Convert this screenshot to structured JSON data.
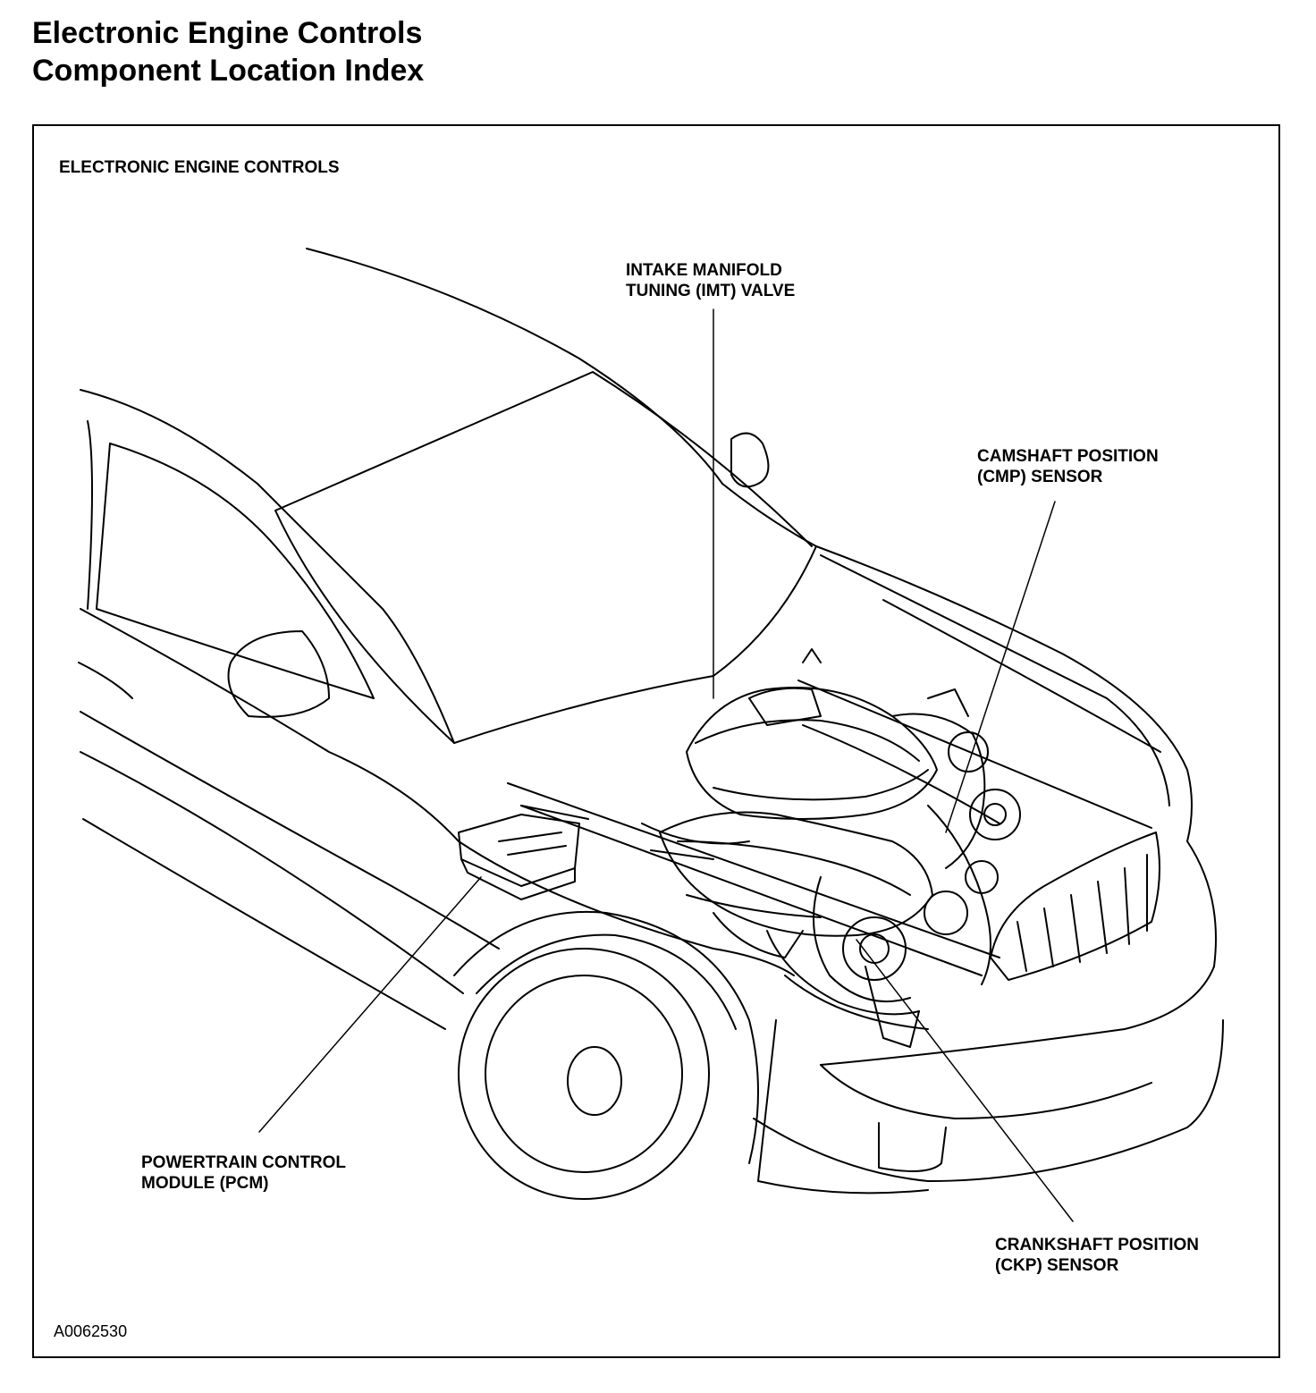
{
  "header": {
    "title_line1": "Electronic Engine Controls",
    "title_line2": "Component Location Index"
  },
  "figure": {
    "heading": "ELECTRONIC ENGINE CONTROLS",
    "figure_id": "A0062530",
    "callouts": {
      "imt_valve": {
        "line1": "INTAKE MANIFOLD",
        "line2": "TUNING (IMT) VALVE"
      },
      "cmp_sensor": {
        "line1": "CAMSHAFT POSITION",
        "line2": "(CMP) SENSOR"
      },
      "pcm": {
        "line1": "POWERTRAIN CONTROL",
        "line2": "MODULE (PCM)"
      },
      "ckp_sensor": {
        "line1": "CRANKSHAFT POSITION",
        "line2": "(CKP) SENSOR"
      }
    }
  }
}
